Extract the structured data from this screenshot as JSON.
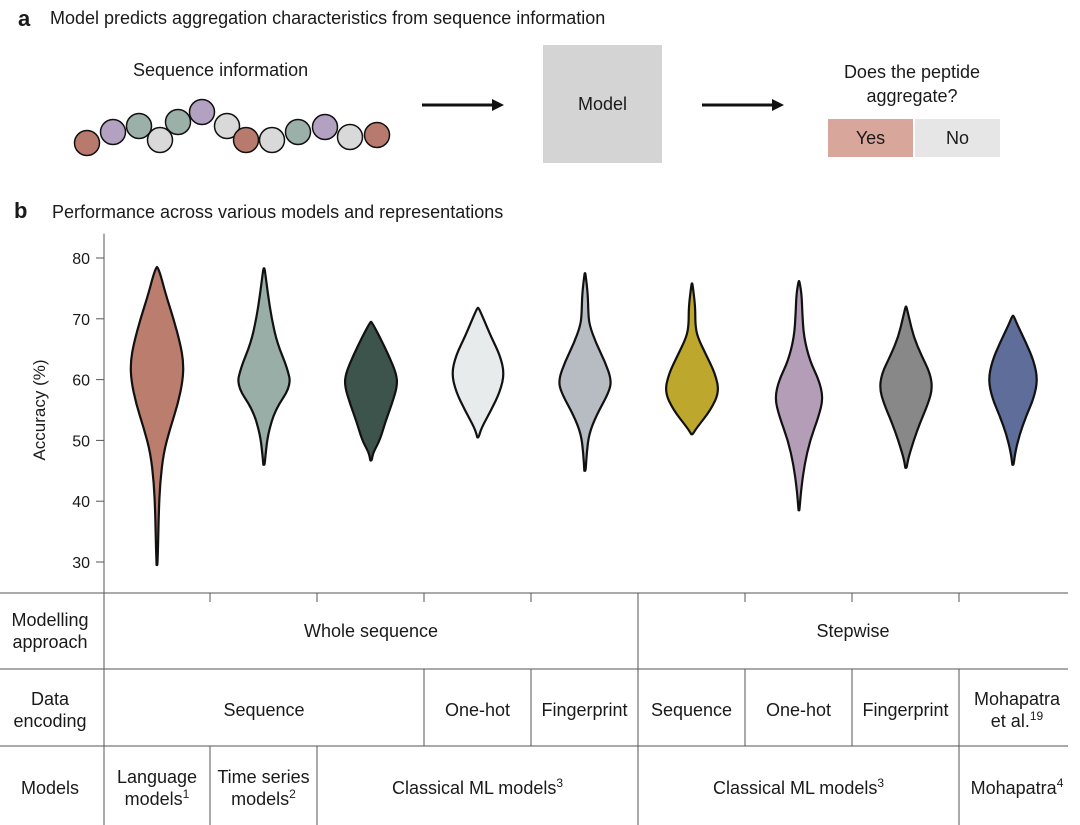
{
  "panel_a": {
    "letter": "a",
    "title": "Model predicts aggregation characteristics from sequence information",
    "sequence_label": "Sequence information",
    "model_label": "Model",
    "question": [
      "Does the peptide",
      "aggregate?"
    ],
    "yes": "Yes",
    "no": "No",
    "bead_colors": [
      "#b87a6c",
      "#b2a1c1",
      "#9bb0a9",
      "#d9d9d9",
      "#9bb0a9",
      "#b2a1c1",
      "#d9d9d9",
      "#b87a6c",
      "#d9d9d9",
      "#9bb0a9",
      "#b2a1c1",
      "#d9d9d9",
      "#b87a6c"
    ]
  },
  "panel_b": {
    "letter": "b",
    "title": "Performance across various models and representations"
  },
  "chart_data": {
    "type": "violin",
    "ylabel": "Accuracy (%)",
    "ylim": [
      27,
      84
    ],
    "yticks": [
      "30",
      "40",
      "50",
      "60",
      "70",
      "80"
    ],
    "grid": false,
    "series": [
      {
        "color": "#bb7e6e",
        "min": 29.5,
        "max": 78.5,
        "profile": [
          [
            29.5,
            0.2
          ],
          [
            33,
            0.5
          ],
          [
            38,
            0.8
          ],
          [
            43,
            1.4
          ],
          [
            48,
            3
          ],
          [
            52,
            6
          ],
          [
            56,
            9.5
          ],
          [
            60,
            11.8
          ],
          [
            63,
            12
          ],
          [
            66,
            10.5
          ],
          [
            70,
            7.5
          ],
          [
            74,
            4
          ],
          [
            77,
            1.8
          ],
          [
            78.5,
            0.3
          ]
        ]
      },
      {
        "color": "#98aea6",
        "min": 46,
        "max": 78.3,
        "profile": [
          [
            46,
            0.3
          ],
          [
            48,
            0.8
          ],
          [
            51,
            1.8
          ],
          [
            55,
            5
          ],
          [
            59,
            12.4
          ],
          [
            62,
            10.5
          ],
          [
            66,
            6
          ],
          [
            70,
            3.5
          ],
          [
            74,
            1.8
          ],
          [
            78.3,
            0.3
          ]
        ]
      },
      {
        "color": "#3d544c",
        "min": 46.7,
        "max": 69.5,
        "profile": [
          [
            46.7,
            0.3
          ],
          [
            48,
            1
          ],
          [
            50,
            4
          ],
          [
            53,
            6.5
          ],
          [
            56,
            9.5
          ],
          [
            59,
            12
          ],
          [
            61,
            11.5
          ],
          [
            64,
            8
          ],
          [
            67,
            4
          ],
          [
            69.5,
            0.3
          ]
        ]
      },
      {
        "color": "#e8ebeb",
        "min": 50.5,
        "max": 71.8,
        "profile": [
          [
            50.5,
            0.3
          ],
          [
            52,
            1.5
          ],
          [
            55,
            6
          ],
          [
            58,
            10
          ],
          [
            61,
            12
          ],
          [
            64,
            10
          ],
          [
            67,
            6
          ],
          [
            70,
            2.5
          ],
          [
            71.8,
            0.3
          ]
        ]
      },
      {
        "color": "#b7bcc3",
        "min": 45,
        "max": 77.5,
        "profile": [
          [
            45,
            0.3
          ],
          [
            48,
            0.8
          ],
          [
            51,
            1.8
          ],
          [
            54,
            5
          ],
          [
            58,
            11
          ],
          [
            60,
            12
          ],
          [
            63,
            9
          ],
          [
            66,
            5
          ],
          [
            69,
            2
          ],
          [
            71,
            1.5
          ],
          [
            74,
            1.3
          ],
          [
            77.5,
            0.2
          ]
        ]
      },
      {
        "color": "#bda72c",
        "min": 51,
        "max": 75.8,
        "profile": [
          [
            51,
            0.3
          ],
          [
            52,
            2
          ],
          [
            55,
            8.5
          ],
          [
            58,
            12.4
          ],
          [
            61,
            10.5
          ],
          [
            64,
            6.5
          ],
          [
            67,
            2.5
          ],
          [
            69,
            1.5
          ],
          [
            72,
            1.5
          ],
          [
            75.8,
            0.2
          ]
        ]
      },
      {
        "color": "#b39db7",
        "min": 38.5,
        "max": 76.2,
        "profile": [
          [
            38.5,
            0.2
          ],
          [
            42,
            1
          ],
          [
            46,
            2.5
          ],
          [
            50,
            5
          ],
          [
            54,
            9
          ],
          [
            57,
            11
          ],
          [
            60,
            9
          ],
          [
            63,
            5
          ],
          [
            67,
            2.2
          ],
          [
            71,
            1.5
          ],
          [
            74,
            1.2
          ],
          [
            76.2,
            0.2
          ]
        ]
      },
      {
        "color": "#888888",
        "min": 45.5,
        "max": 72,
        "profile": [
          [
            45.5,
            0.3
          ],
          [
            47,
            1
          ],
          [
            50,
            3.5
          ],
          [
            53,
            6.5
          ],
          [
            56,
            10
          ],
          [
            58.5,
            12
          ],
          [
            61,
            11
          ],
          [
            64,
            7
          ],
          [
            67,
            3.5
          ],
          [
            70,
            1.5
          ],
          [
            72,
            0.2
          ]
        ]
      },
      {
        "color": "#5e6d99",
        "min": 46,
        "max": 70.5,
        "profile": [
          [
            46,
            0.3
          ],
          [
            48,
            1
          ],
          [
            51,
            3
          ],
          [
            54,
            6
          ],
          [
            57,
            9.5
          ],
          [
            60,
            11.2
          ],
          [
            63,
            9.5
          ],
          [
            66,
            6
          ],
          [
            69,
            2
          ],
          [
            70.5,
            0.3
          ]
        ]
      }
    ]
  },
  "table": {
    "row_labels": [
      [
        "Modelling",
        "approach"
      ],
      [
        "Data",
        "encoding"
      ],
      [
        "Models"
      ]
    ],
    "approach": [
      "Whole sequence",
      "Stepwise"
    ],
    "encoding": [
      "Sequence",
      "One-hot",
      "Fingerprint",
      "Sequence",
      "One-hot",
      "Fingerprint"
    ],
    "encoding_last": {
      "line1": "Mohapatra",
      "line2": "et al.",
      "sup": "19"
    },
    "models": [
      {
        "line1": "Language",
        "line2": "models",
        "sup": "1"
      },
      {
        "line1": "Time series",
        "line2": "models",
        "sup": "2"
      },
      {
        "text": "Classical ML models",
        "sup": "3"
      },
      {
        "text": "Classical ML models",
        "sup": "3"
      },
      {
        "text": "Mohapatra",
        "sup": "4"
      }
    ]
  }
}
